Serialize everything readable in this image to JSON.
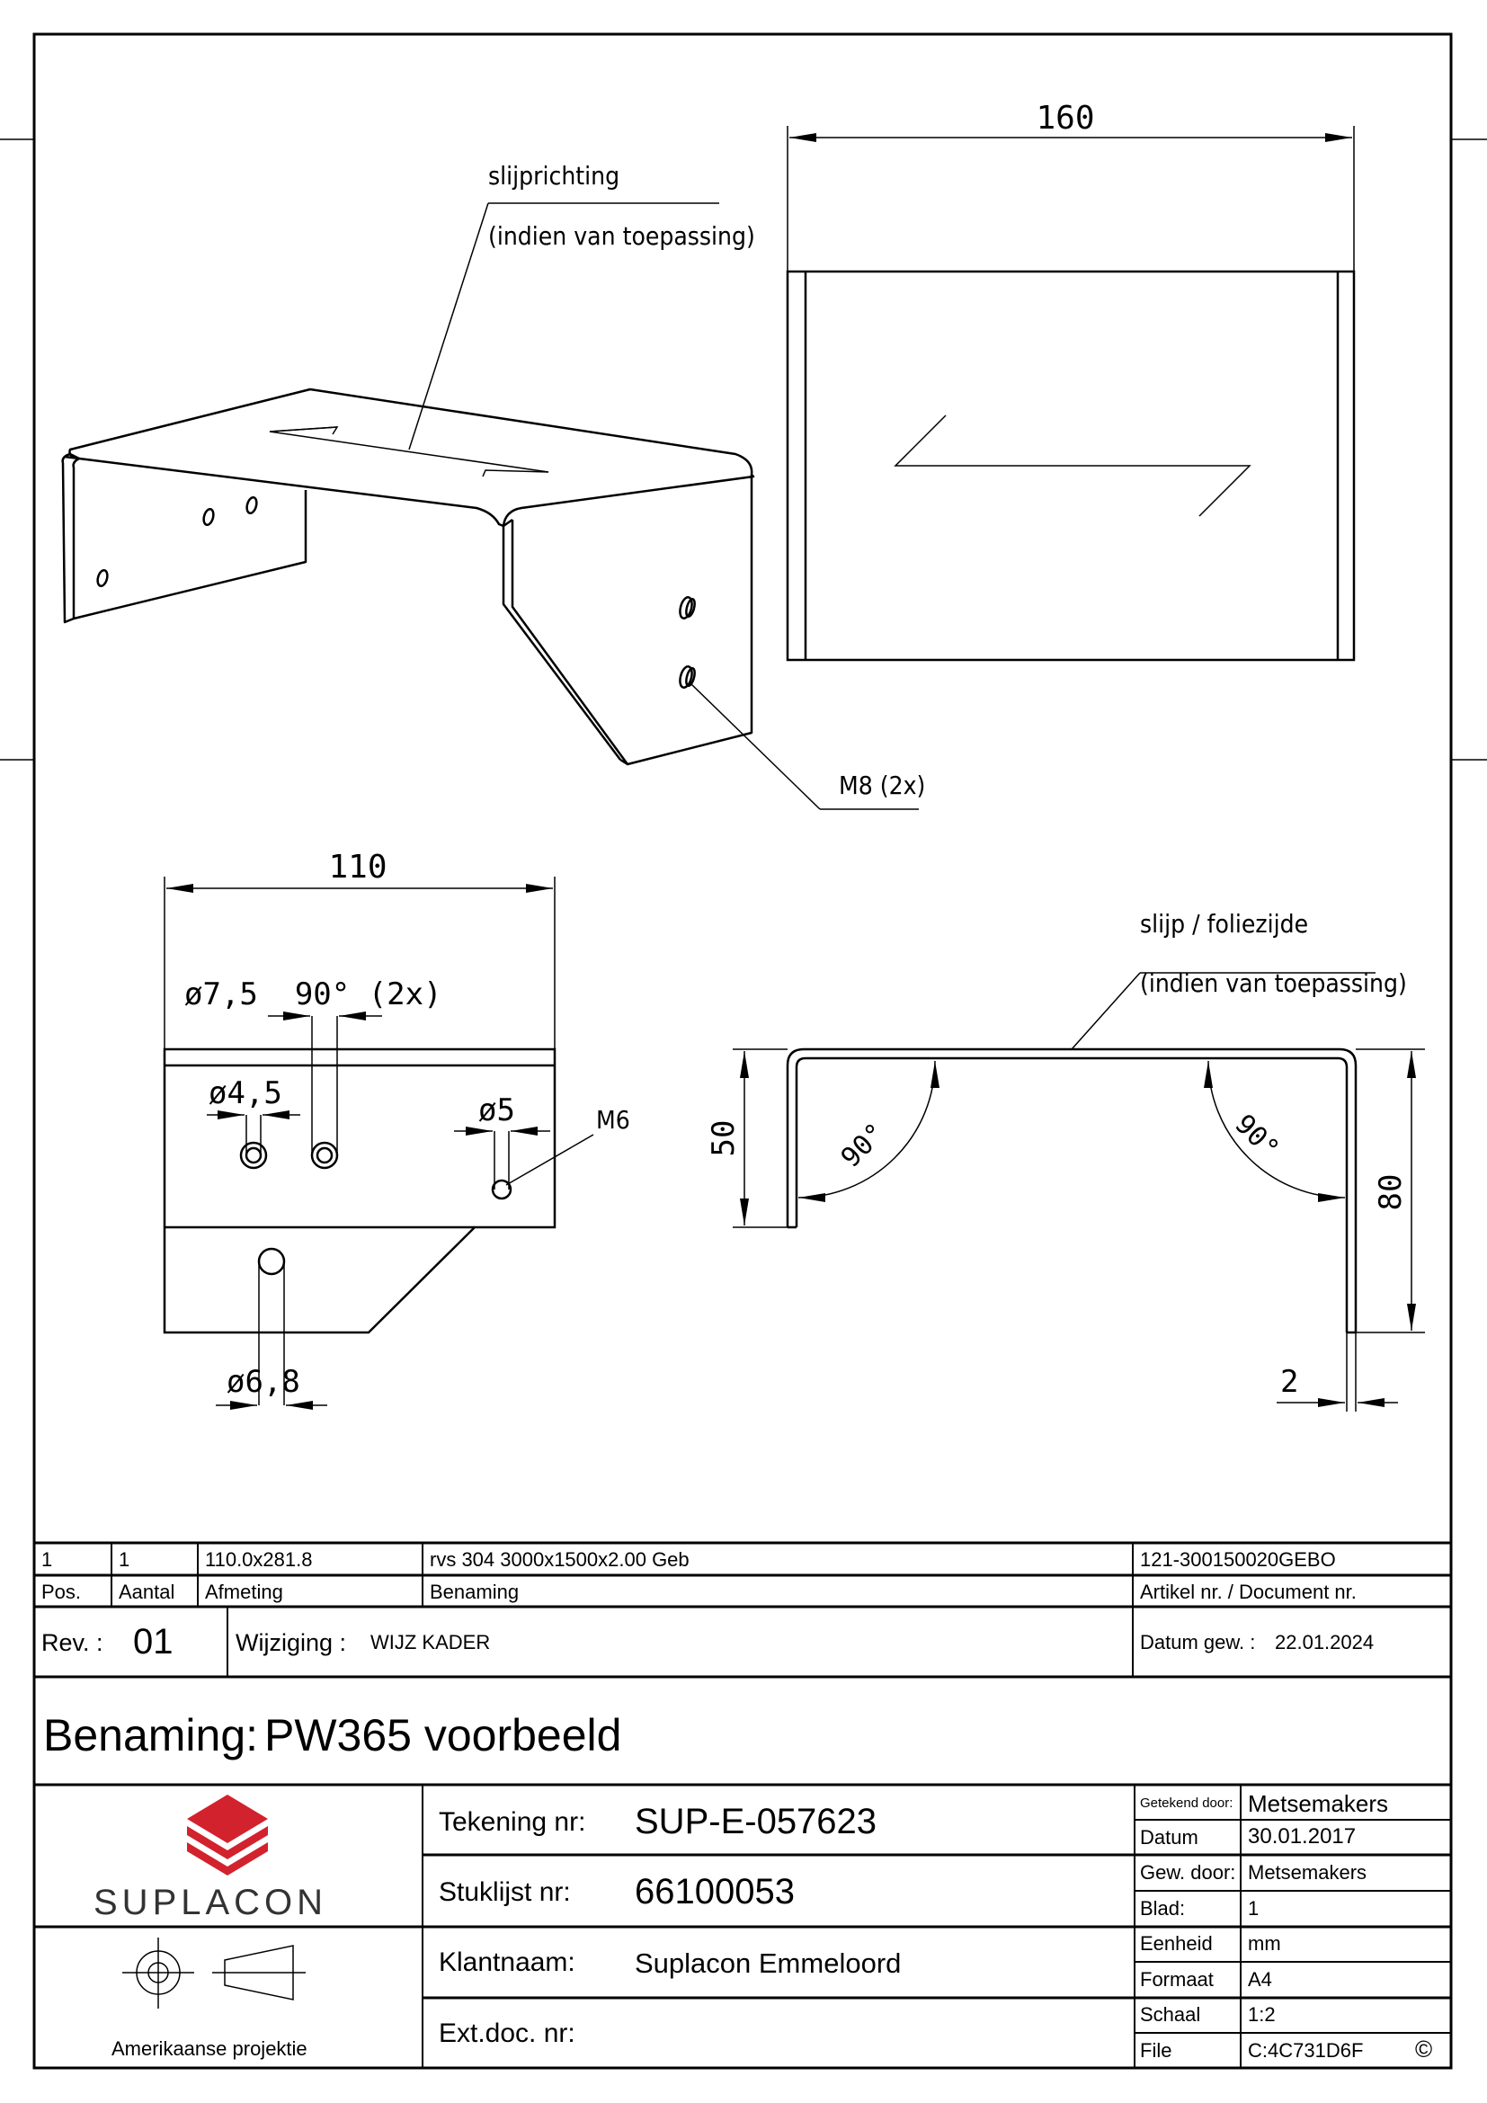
{
  "drawing": {
    "iso_label_slijprichting": "slijprichting",
    "iso_label_indien": "(indien van toepassing)",
    "iso_label_m8": "M8 (2x)",
    "top_dim_160": "160",
    "front_dim_110": "110",
    "front_note_countersink": "ø7,5  90° (2x)",
    "front_dim_d45": "ø4,5",
    "front_dim_d5": "ø5",
    "front_label_m6": "M6",
    "front_dim_d68": "ø6,8",
    "side_label_slijp": "slijp / foliezijde",
    "side_label_indien": "(indien van toepassing)",
    "side_dim_50": "50",
    "side_dim_80": "80",
    "side_dim_2": "2",
    "side_angle_left": "90°",
    "side_angle_right": "90°"
  },
  "parts_list": {
    "row": {
      "pos": "1",
      "aantal": "1",
      "afmeting": "110.0x281.8",
      "benaming": "rvs 304 3000x1500x2.00 Geb",
      "artikel": "121-300150020GEBO"
    },
    "headers": {
      "pos": "Pos.",
      "aantal": "Aantal",
      "afmeting": "Afmeting",
      "benaming": "Benaming",
      "artikel": "Artikel nr. / Document nr."
    }
  },
  "revision": {
    "rev_label": "Rev. :",
    "rev_value": "01",
    "wijziging_label": "Wijziging :",
    "wijziging_value": "WIJZ KADER",
    "datum_label": "Datum gew. :",
    "datum_value": "22.01.2024"
  },
  "title": {
    "label": "Benaming:",
    "value": "PW365 voorbeeld"
  },
  "company": {
    "name": "SUPLACON",
    "logo_color": "#d2222d",
    "projection_label": "Amerikaanse projektie"
  },
  "info": {
    "tekening_label": "Tekening nr:",
    "tekening_value": "SUP-E-057623",
    "stuklijst_label": "Stuklijst nr:",
    "stuklijst_value": "66100053",
    "klant_label": "Klantnaam:",
    "klant_value": "Suplacon Emmeloord",
    "extdoc_label": "Ext.doc. nr:",
    "extdoc_value": ""
  },
  "meta": {
    "getekend_label": "Getekend door:",
    "getekend_value": "Metsemakers",
    "datum_label": "Datum",
    "datum_value": "30.01.2017",
    "gew_label": "Gew. door:",
    "gew_value": "Metsemakers",
    "blad_label": "Blad:",
    "blad_value": "1",
    "eenheid_label": "Eenheid",
    "eenheid_value": "mm",
    "formaat_label": "Formaat",
    "formaat_value": "A4",
    "schaal_label": "Schaal",
    "schaal_value": "1:2",
    "file_label": "File",
    "file_value": "C:4C731D6F",
    "copyright": "©"
  }
}
